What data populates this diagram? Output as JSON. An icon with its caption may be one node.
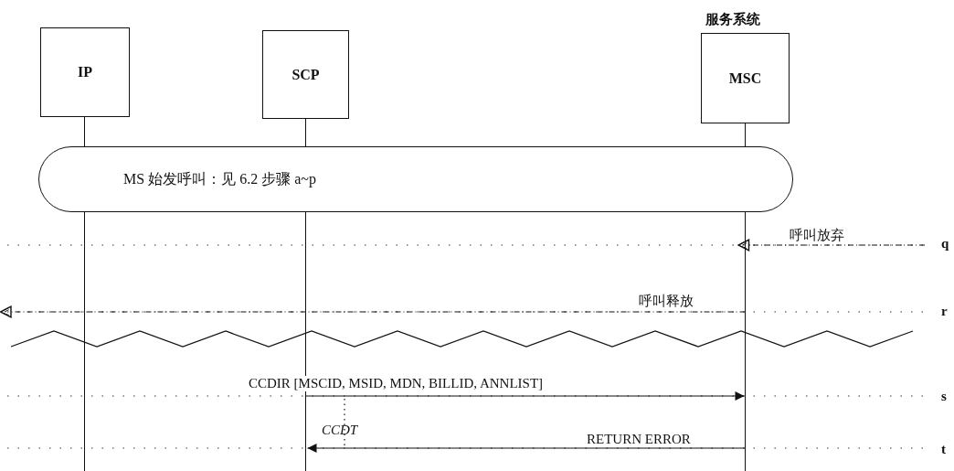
{
  "diagram": {
    "nodes": [
      {
        "text": [
          "IP"
        ]
      },
      {
        "text": [
          "SCP"
        ]
      },
      {
        "text": [
          "MSC"
        ],
        "beside": [
          "服务系统"
        ]
      },
      {
        "text": [
          "MS 始发呼叫：见 6.2 步骤 a~p"
        ]
      }
    ],
    "edges": [
      {
        "from": null,
        "to": 2,
        "arrow": "to",
        "label": "呼叫放弃",
        "style": "dashed"
      },
      {
        "from": 2,
        "to": null,
        "arrow": "to",
        "label": "呼叫释放",
        "style": "dashed"
      },
      {
        "from": 1,
        "to": 2,
        "arrow": "to",
        "label": "CCDIR [MSCID, MSID, MDN, BILLID, ANNLIST]"
      },
      {
        "from": 2,
        "to": 1,
        "arrow": "to",
        "label": "RETURN ERROR"
      }
    ],
    "labels": [
      "q",
      "r",
      "s",
      "t",
      "CCDT"
    ]
  }
}
